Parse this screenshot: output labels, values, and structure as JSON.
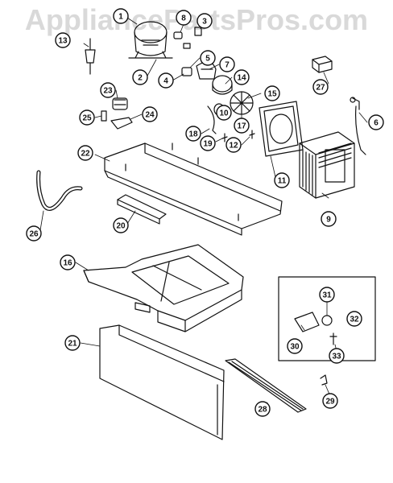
{
  "watermark": {
    "text": "AppliancePartsPros.com"
  },
  "colors": {
    "ink": "#111111",
    "watermark": "#d9d9d9",
    "background": "#ffffff"
  },
  "callouts": [
    "1",
    "2",
    "3",
    "4",
    "5",
    "6",
    "7",
    "8",
    "9",
    "10",
    "11",
    "12",
    "13",
    "14",
    "15",
    "16",
    "17",
    "18",
    "19",
    "20",
    "21",
    "22",
    "23",
    "24",
    "25",
    "26",
    "27",
    "28",
    "29",
    "30",
    "31",
    "32",
    "33"
  ]
}
